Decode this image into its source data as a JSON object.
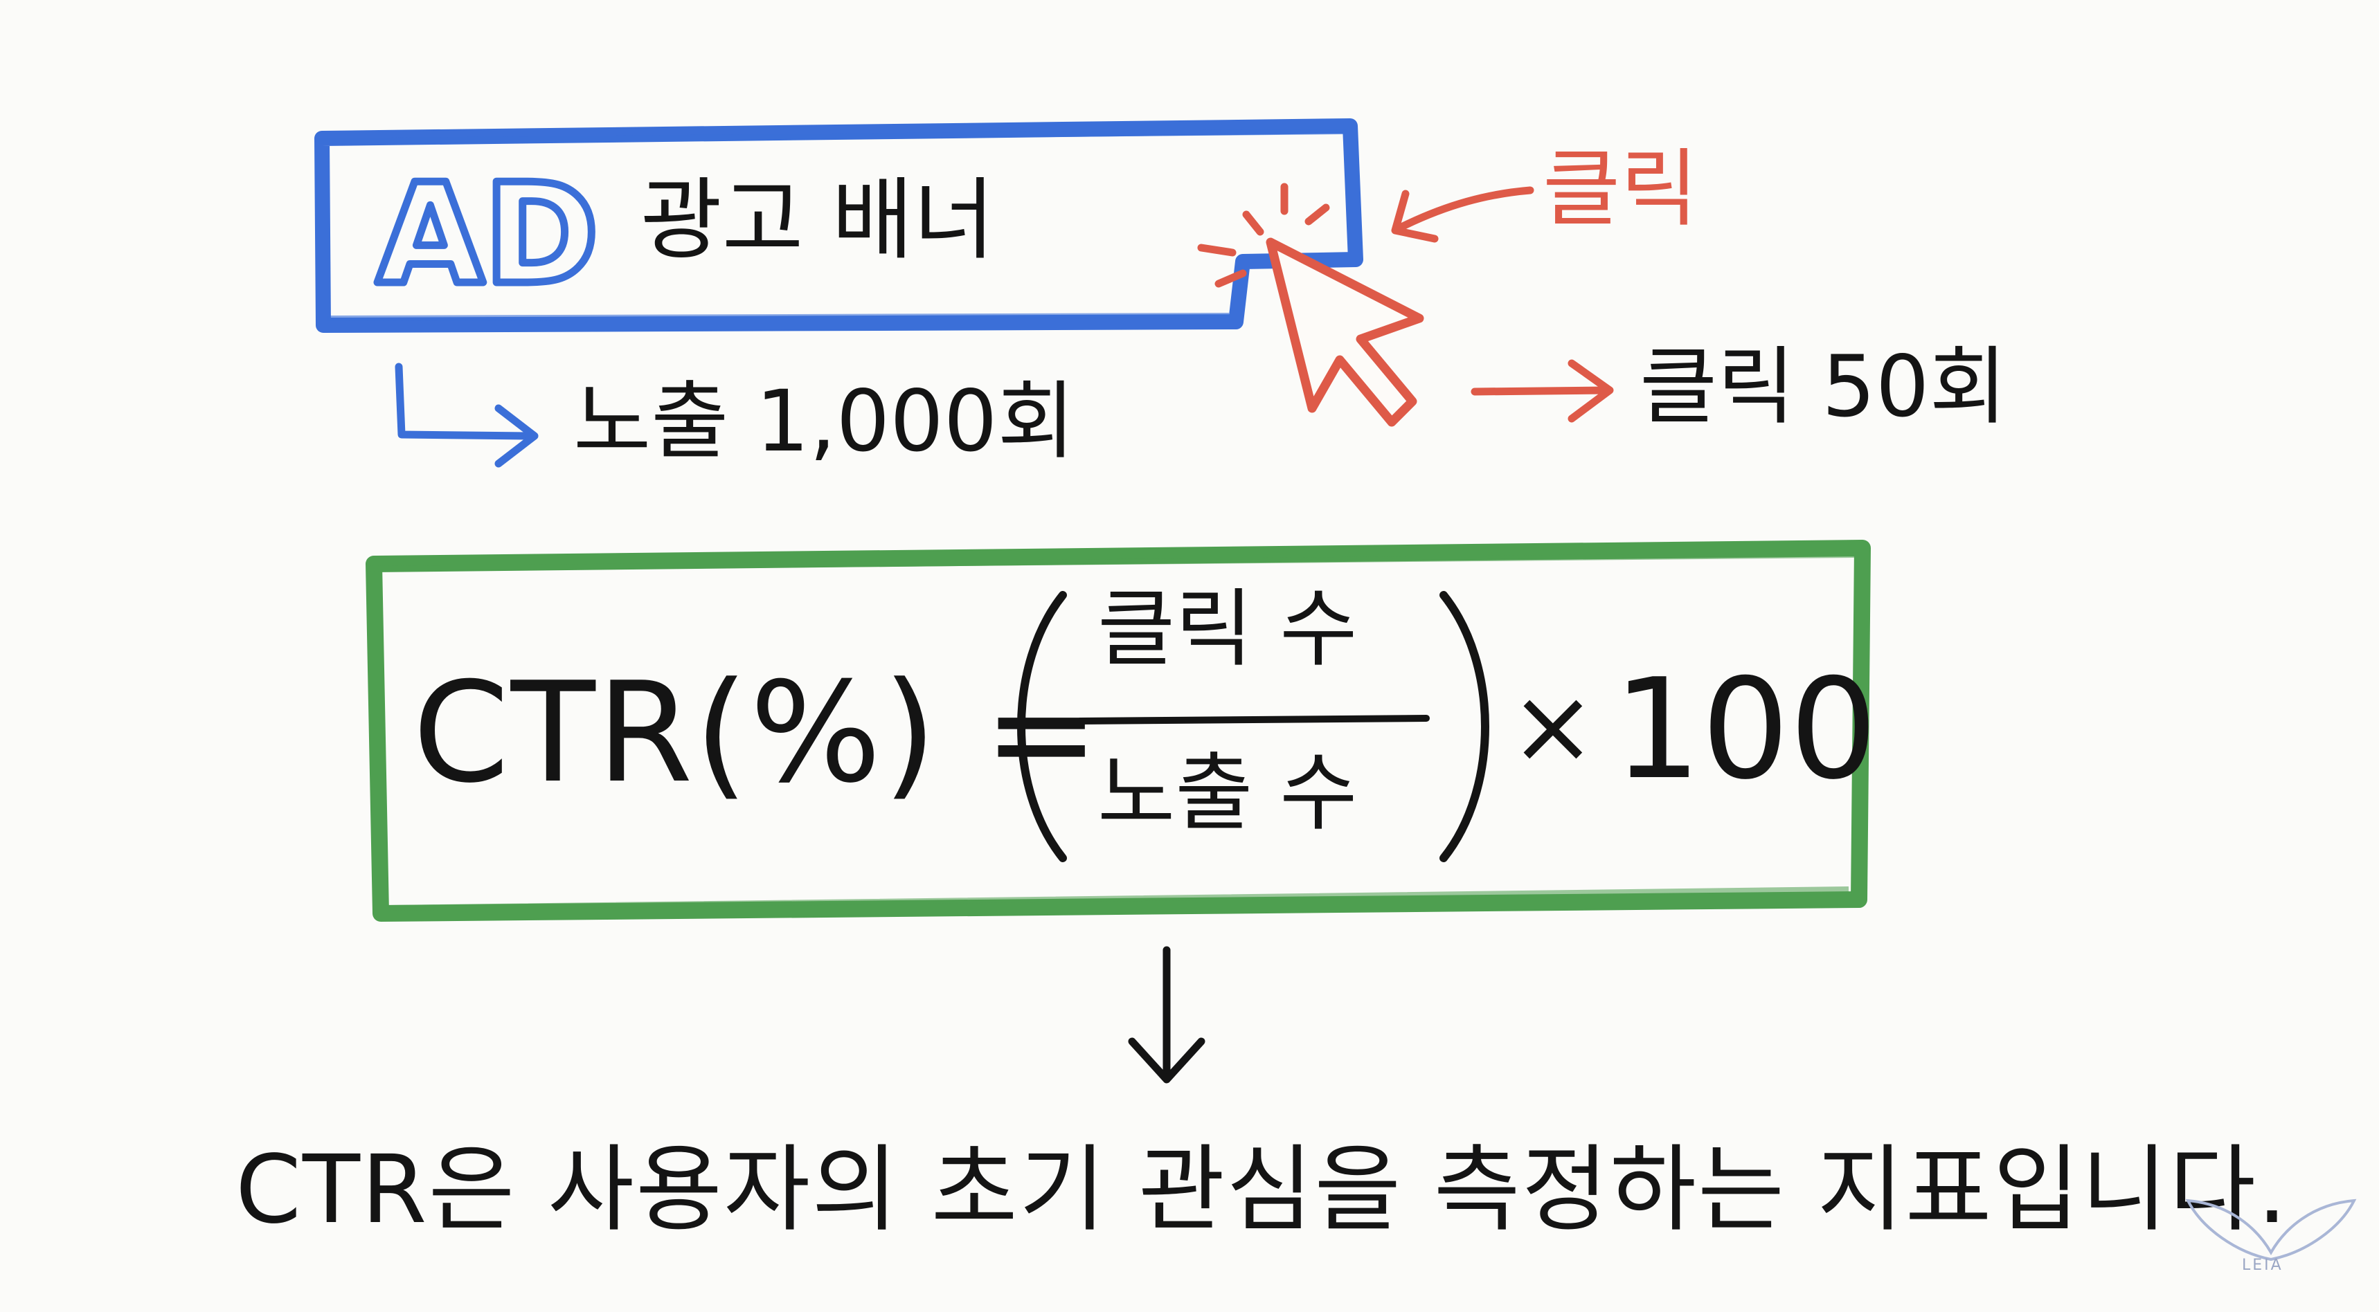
{
  "banner": {
    "ad_badge": "AD",
    "label": "광고 배너"
  },
  "impressions": {
    "label": "노출 1,000회"
  },
  "click": {
    "action_label": "클릭",
    "count_label": "클릭 50회"
  },
  "formula": {
    "lhs": "CTR(%) =",
    "numerator": "클릭 수",
    "denominator": "노출 수",
    "times": "×",
    "multiplier": "100"
  },
  "conclusion": {
    "text": "CTR은 사용자의 초기 관심을 측정하는 지표입니다."
  },
  "logo": {
    "text": "LEIA"
  },
  "colors": {
    "banner_border": "#3b6fd8",
    "click_red": "#de5a48",
    "formula_border": "#4e9f50",
    "ink": "#141414"
  }
}
